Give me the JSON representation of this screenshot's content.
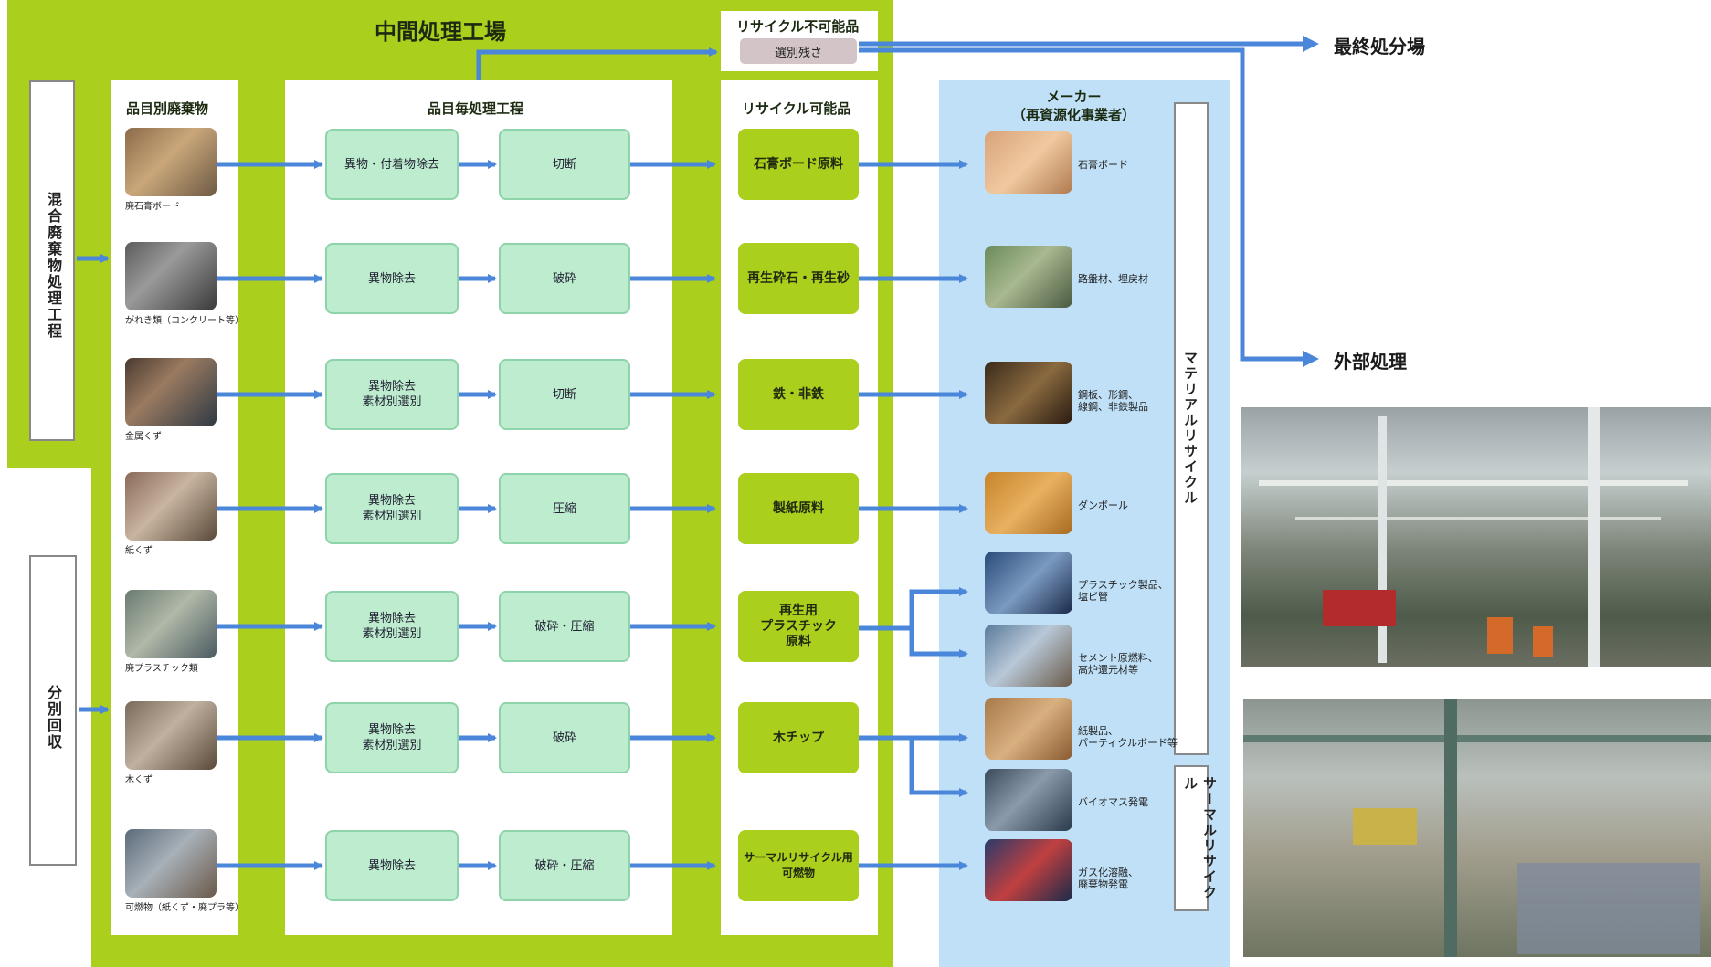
{
  "plant_title": "中間処理工場",
  "side_labels": {
    "mixed": "混合廃棄物処理工程",
    "separate": "分別回収"
  },
  "column_headers": {
    "waste": "品目別廃棄物",
    "process": "品目毎処理工程",
    "recyclable": "リサイクル可能品",
    "maker": "メーカー\n（再資源化事業者）"
  },
  "non_recyclable": {
    "header": "リサイクル不可能品",
    "item": "選別残さ"
  },
  "destinations": {
    "final": "最終処分場",
    "external": "外部処理"
  },
  "recycle_types": {
    "material": "マテリアルリサイクル",
    "thermal": "サーマルリサイクル"
  },
  "rows": [
    {
      "waste": "廃石膏ボード",
      "step1": "異物・付着物除去",
      "step2": "切断",
      "product": "石膏ボード原料"
    },
    {
      "waste": "がれき類（コンクリート等）",
      "step1": "異物除去",
      "step2": "破砕",
      "product": "再生砕石・再生砂"
    },
    {
      "waste": "金属くず",
      "step1": "異物除去\n素材別選別",
      "step2": "切断",
      "product": "鉄・非鉄"
    },
    {
      "waste": "紙くず",
      "step1": "異物除去\n素材別選別",
      "step2": "圧縮",
      "product": "製紙原料"
    },
    {
      "waste": "廃プラスチック類",
      "step1": "異物除去\n素材別選別",
      "step2": "破砕・圧縮",
      "product": "再生用\nプラスチック\n原料"
    },
    {
      "waste": "木くず",
      "step1": "異物除去\n素材別選別",
      "step2": "破砕",
      "product": "木チップ"
    },
    {
      "waste": "可燃物（紙くず・廃プラ等）",
      "step1": "異物除去",
      "step2": "破砕・圧縮",
      "product": "サーマルリサイクル用\n可燃物"
    }
  ],
  "makers": [
    "石膏ボード",
    "路盤材、埋戻材",
    "鋼板、形鋼、\n線鋼、非鉄製品",
    "ダンボール",
    "プラスチック製品、\n塩ビ管",
    "セメント原燃料、\n高炉還元材等",
    "紙製品、\nパーティクルボード等",
    "バイオマス発電",
    "ガス化溶融、\n廃棄物発電"
  ],
  "colors": {
    "plant_green": "#aacf1c",
    "process_box": "#bdeccf",
    "maker_blue": "#bfe0f7",
    "arrow_blue": "#4a86d9"
  }
}
